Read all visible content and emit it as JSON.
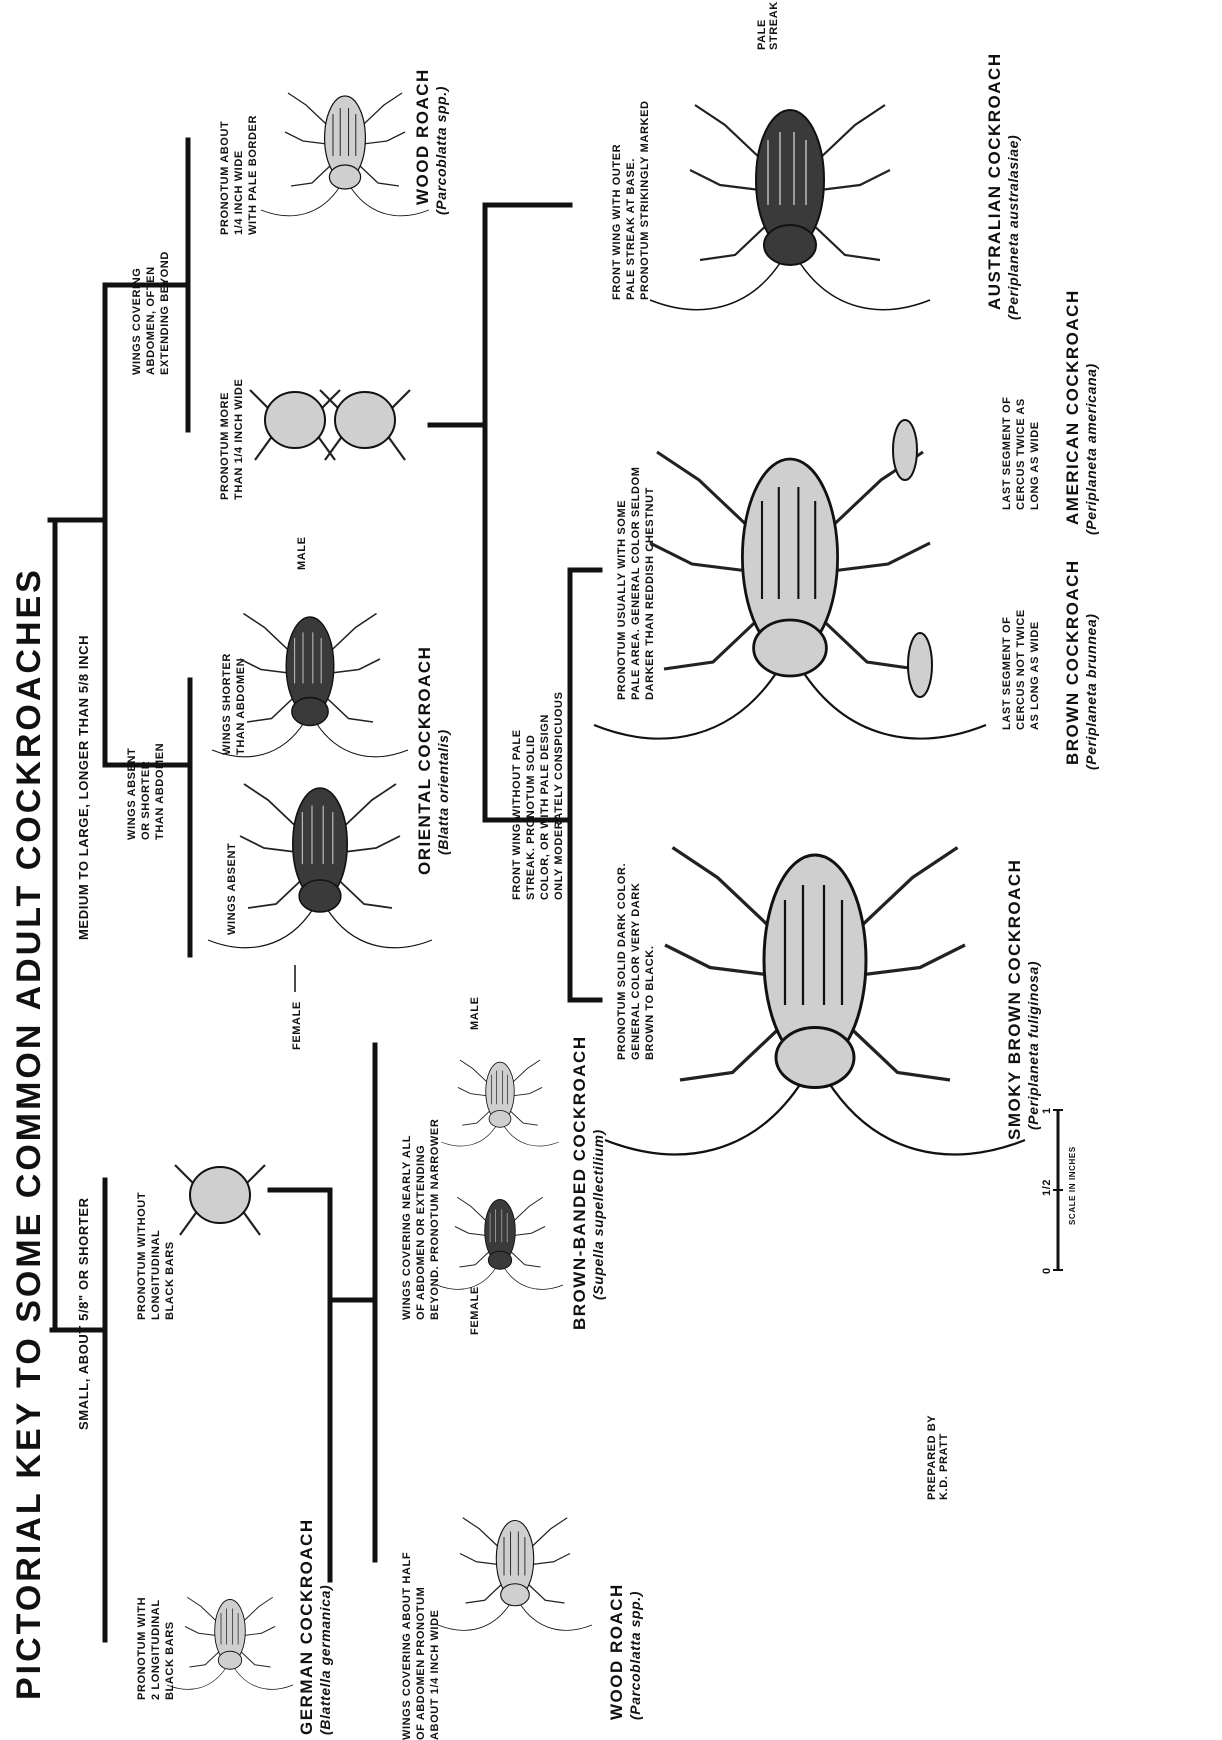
{
  "title": "PICTORIAL KEY TO SOME COMMON ADULT COCKROACHES",
  "branches": {
    "small": "SMALL, ABOUT 5/8\" OR SHORTER",
    "medium_large": "MEDIUM TO LARGE, LONGER THAN 5/8 INCH"
  },
  "small": {
    "pronotum_bars": [
      "PRONOTUM WITH",
      "2 LONGITUDINAL",
      "BLACK BARS"
    ],
    "pronotum_no_bars": [
      "PRONOTUM WITHOUT",
      "LONGITUDINAL",
      "BLACK BARS"
    ],
    "wings_half": [
      "WINGS COVERING ABOUT HALF",
      "OF ABDOMEN PRONOTUM",
      "ABOUT 1/4 INCH WIDE"
    ],
    "wings_nearly_all": [
      "WINGS COVERING NEARLY ALL",
      "OF ABDOMEN OR EXTENDING",
      "BEYOND. PRONOTUM NARROWER"
    ],
    "female": "FEMALE",
    "male": "MALE"
  },
  "medium": {
    "wings_absent_shorter": [
      "WINGS ABSENT",
      "OR SHORTER",
      "THAN ABDOMEN"
    ],
    "wings_absent": "WINGS ABSENT",
    "wings_shorter": [
      "WINGS SHORTER",
      "THAN ABDOMEN"
    ],
    "female": "FEMALE",
    "male": "MALE",
    "wings_covering": [
      "WINGS COVERING",
      "ABDOMEN, OFTEN",
      "EXTENDING BEYOND"
    ],
    "pronotum_more": [
      "PRONOTUM MORE",
      "THAN 1/4 INCH WIDE"
    ],
    "pronotum_about": [
      "PRONOTUM ABOUT",
      "1/4 INCH WIDE",
      "WITH PALE BORDER"
    ],
    "front_wing_without": [
      "FRONT WING WITHOUT PALE",
      "STREAK. PRONOTUM SOLID",
      "COLOR, OR WITH PALE DESIGN",
      "ONLY MODERATELY CONSPICUOUS"
    ],
    "front_wing_with": [
      "FRONT WING WITH OUTER",
      "PALE STREAK AT BASE.",
      "PRONOTUM STRIKINGLY MARKED"
    ],
    "pale_streak": [
      "PALE",
      "STREAK"
    ],
    "pronotum_solid_dark": [
      "PRONOTUM SOLID DARK COLOR.",
      "GENERAL COLOR VERY DARK",
      "BROWN TO BLACK."
    ],
    "pronotum_pale_area": [
      "PRONOTUM USUALLY WITH SOME",
      "PALE AREA. GENERAL COLOR SELDOM",
      "DARKER THAN REDDISH CHESTNUT"
    ],
    "cercus_not_twice": [
      "LAST SEGMENT OF",
      "CERCUS NOT TWICE",
      "AS LONG AS WIDE"
    ],
    "cercus_twice": [
      "LAST SEGMENT OF",
      "CERCUS TWICE AS",
      "LONG AS WIDE"
    ]
  },
  "species": {
    "german": {
      "name": "GERMAN  COCKROACH",
      "sci": "(Blattella  germanica)"
    },
    "wood_small": {
      "name": "WOOD  ROACH",
      "sci": "(Parcoblatta  spp.)"
    },
    "brown_banded": {
      "name": "BROWN-BANDED  COCKROACH",
      "sci": "(Supella  supellectilium)"
    },
    "oriental": {
      "name": "ORIENTAL  COCKROACH",
      "sci": "(Blatta  orientalis)"
    },
    "wood_large": {
      "name": "WOOD  ROACH",
      "sci": "(Parcoblatta  spp.)"
    },
    "australian": {
      "name": "AUSTRALIAN  COCKROACH",
      "sci": "(Periplaneta  australasiae)"
    },
    "smoky_brown": {
      "name": "SMOKY  BROWN  COCKROACH",
      "sci": "(Periplaneta  fuliginosa)"
    },
    "brown": {
      "name": "BROWN  COCKROACH",
      "sci": "(Periplaneta  brunnea)"
    },
    "american": {
      "name": "AMERICAN  COCKROACH",
      "sci": "(Periplaneta  americana)"
    }
  },
  "scale": {
    "zero": "0",
    "half": "1/2",
    "one": "1",
    "caption": "SCALE IN INCHES"
  },
  "credit": [
    "PREPARED BY",
    "K.D. PRATT"
  ]
}
